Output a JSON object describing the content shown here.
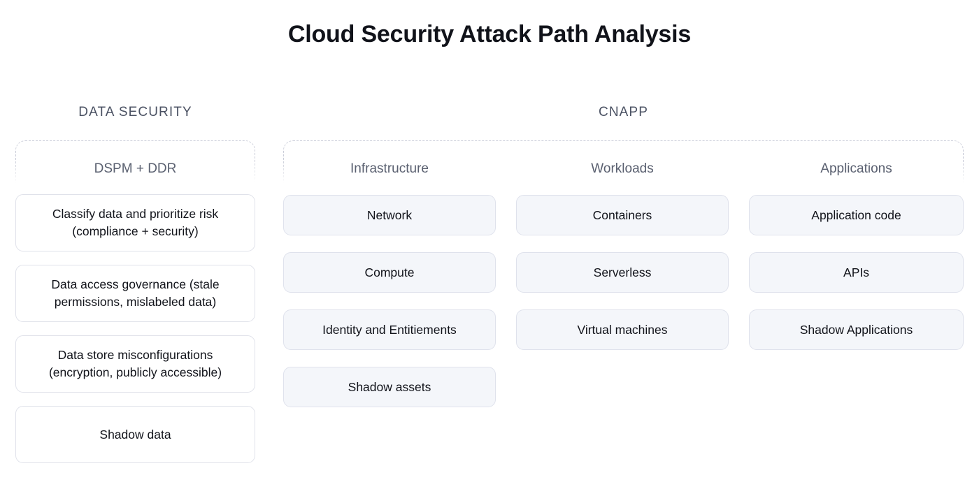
{
  "title": "Cloud Security Attack Path Analysis",
  "colors": {
    "title_text": "#11131a",
    "group_header_text": "#4b5263",
    "column_label_text": "#5a6070",
    "dashed_border": "#c9ccd8",
    "data_card_bg": "#ffffff",
    "data_card_border": "#e0e2ea",
    "cnapp_card_bg": "#f4f6fa",
    "cnapp_card_border": "#dfe2ec",
    "card_text": "#11131a",
    "page_bg": "#ffffff"
  },
  "groups": [
    {
      "id": "data-security",
      "header": "DATA SECURITY",
      "columns": [
        {
          "id": "dspm-ddr",
          "label": "DSPM + DDR",
          "cards": [
            "Classify data and prioritize risk (compliance + security)",
            "Data access governance (stale permissions, mislabeled data)",
            "Data store misconfigurations (encryption, publicly accessible)",
            "Shadow data"
          ]
        }
      ]
    },
    {
      "id": "cnapp",
      "header": "CNAPP",
      "columns": [
        {
          "id": "infrastructure",
          "label": "Infrastructure",
          "cards": [
            "Network",
            "Compute",
            "Identity and Entitiements",
            "Shadow assets"
          ]
        },
        {
          "id": "workloads",
          "label": "Workloads",
          "cards": [
            "Containers",
            "Serverless",
            "Virtual machines"
          ]
        },
        {
          "id": "applications",
          "label": "Applications",
          "cards": [
            "Application code",
            "APIs",
            "Shadow Applications"
          ]
        }
      ]
    }
  ]
}
